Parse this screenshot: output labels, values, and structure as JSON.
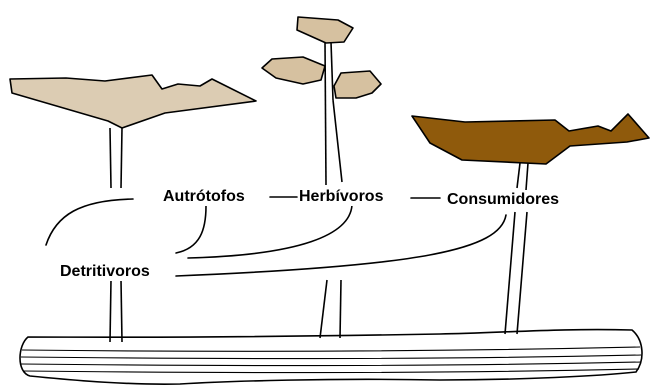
{
  "labels": {
    "autrotofos": "Autrótofos",
    "herbivoros": "Herbívoros",
    "consumidores": "Consumidores",
    "detritivoros": "Detritivoros"
  },
  "colors": {
    "pale_canopy": "#dcccb3",
    "light_canopy": "#d6c1a0",
    "dark_canopy": "#8f5a0c",
    "outline": "#000000"
  }
}
